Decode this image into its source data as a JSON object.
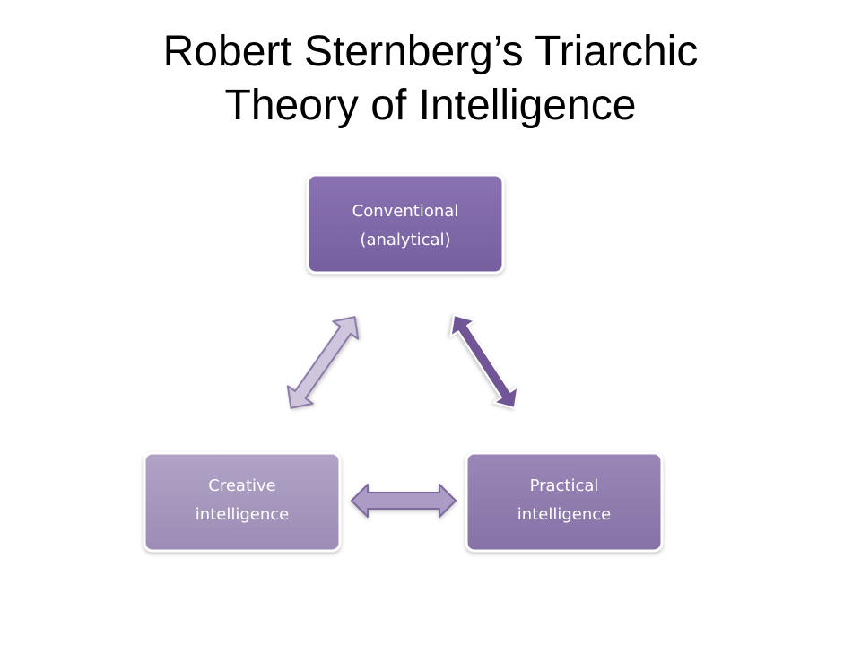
{
  "title": {
    "line1": "Robert Sternberg’s Triarchic",
    "line2": "Theory of Intelligence"
  },
  "nodes": {
    "conventional": {
      "line1": "Conventional",
      "line2": "(analytical)",
      "color": "#7f66a8"
    },
    "practical": {
      "line1": "Practical",
      "line2": "intelligence",
      "color": "#8e7aad"
    },
    "creative": {
      "line1": "Creative",
      "line2": "intelligence",
      "color": "#a596bd"
    }
  },
  "colors": {
    "arrow_dark": "#6f5796",
    "arrow_medium": "#a694c0",
    "arrow_light": "#c9bfd9",
    "border": "#ffffff"
  }
}
